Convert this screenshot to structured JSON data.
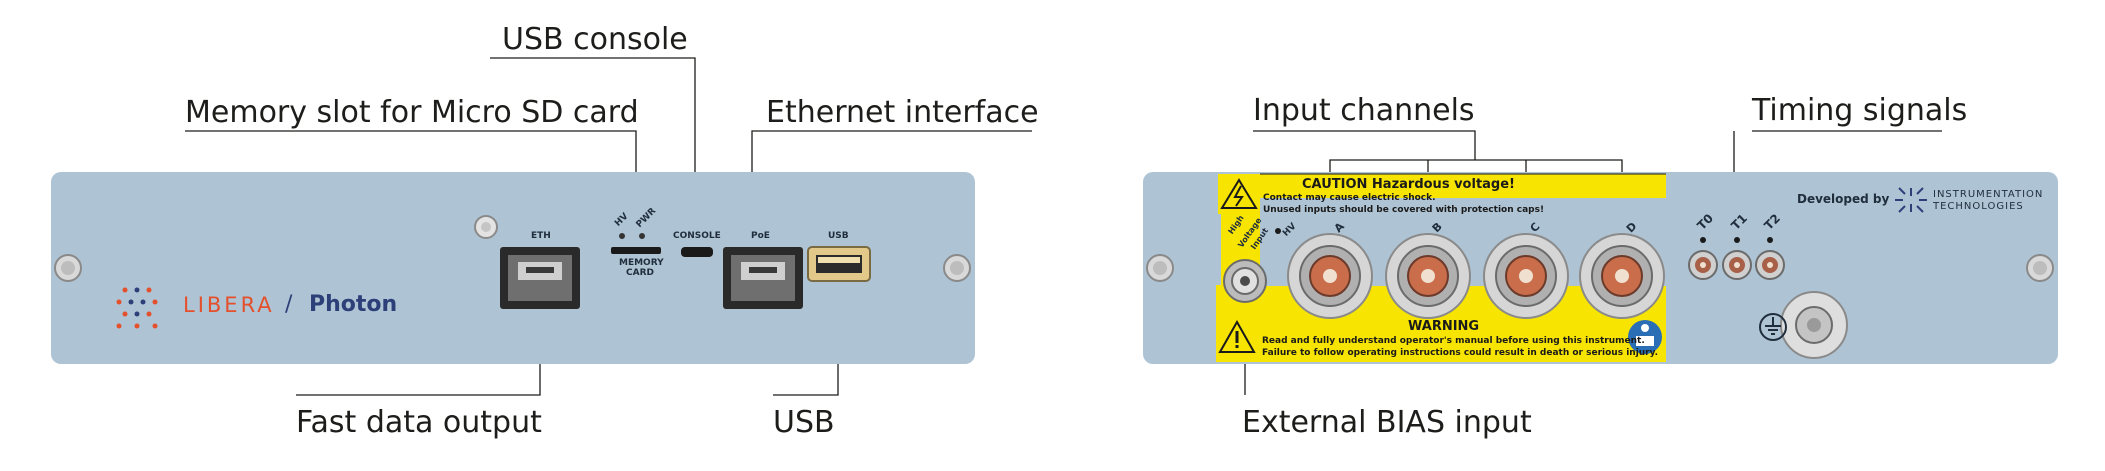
{
  "callouts": {
    "usb_console": "USB console",
    "memory_slot": "Memory slot for Micro SD card",
    "ethernet_interface": "Ethernet interface",
    "fast_data_output": "Fast data output",
    "usb": "USB",
    "input_channels": "Input channels",
    "timing_signals": "Timing signals",
    "external_bias_input": "External BIAS input"
  },
  "front_panel": {
    "brand_libera": "LIBERA",
    "brand_slash": "/",
    "brand_photon": "Photon",
    "eth_label": "ETH",
    "hv_label": "HV",
    "pwr_label": "PWR",
    "memory_card_label_1": "MEMORY",
    "memory_card_label_2": "CARD",
    "console_label": "CONSOLE",
    "poe_label": "PoE",
    "usb_label": "USB"
  },
  "rear_panel": {
    "caution_title": "CAUTION   Hazardous voltage!",
    "caution_line1": "Contact may cause electric shock.",
    "caution_line2": "Unused inputs should be covered with protection caps!",
    "warning_title": "WARNING",
    "warning_line1": "Read and fully understand operator's manual before using this instrument.",
    "warning_line2": "Failure to follow operating instructions could result in death or serious injury.",
    "hv_input_1": "High",
    "hv_input_2": "Voltage",
    "hv_input_3": "Input",
    "hv_dot_label": "HV",
    "channel_a": "A",
    "channel_b": "B",
    "channel_c": "C",
    "channel_d": "D",
    "t0": "T0",
    "t1": "T1",
    "t2": "T2",
    "developed_by": "Developed by",
    "company_1": "INSTRUMENTATION",
    "company_2": "TECHNOLOGIES"
  },
  "colors": {
    "panel": "#aec3d3",
    "caution_yellow": "#f7e400",
    "libera_orange": "#e4502c",
    "photon_navy": "#2d3f78"
  }
}
